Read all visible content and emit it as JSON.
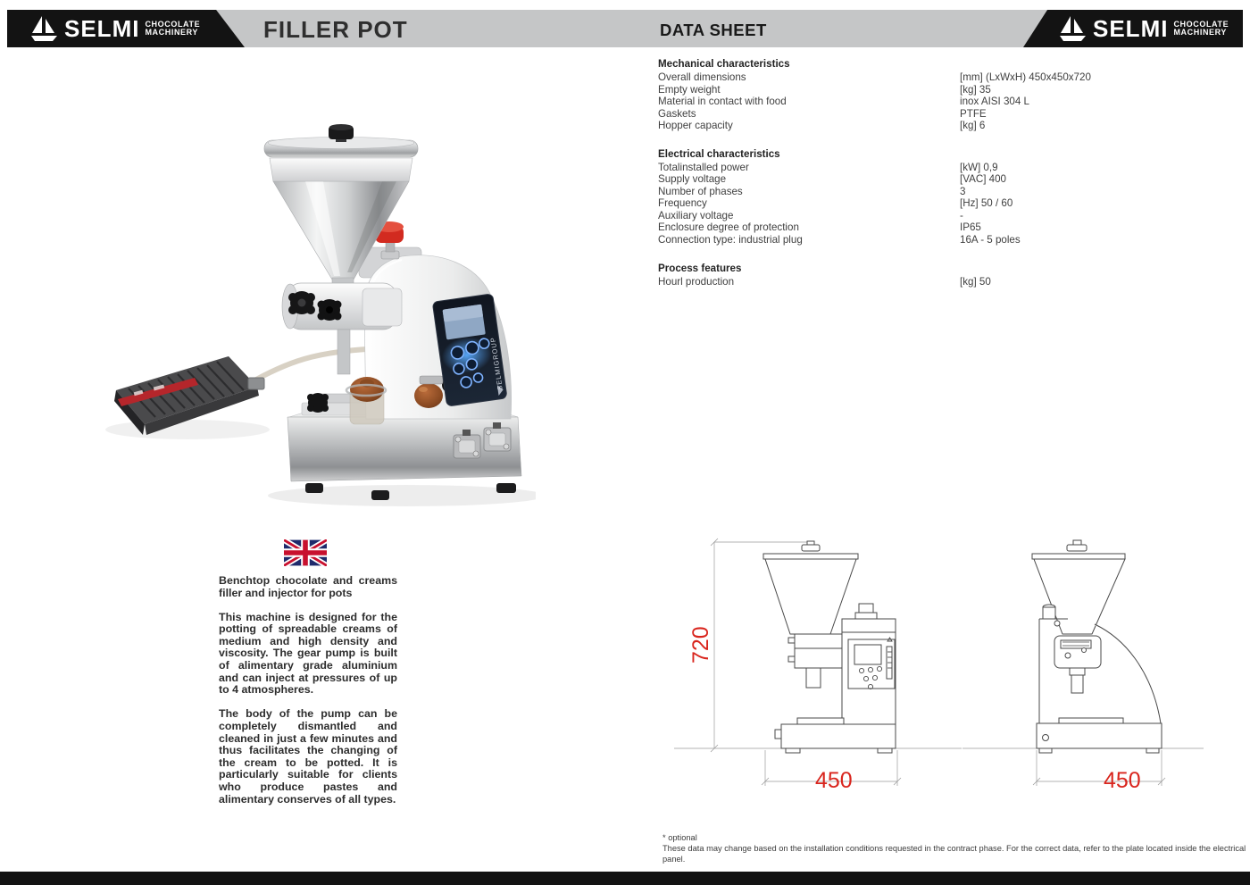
{
  "header": {
    "product_title": "FILLER POT",
    "doc_title": "DATA SHEET",
    "brand": {
      "name": "SELMI",
      "sub1": "CHOCOLATE",
      "sub2": "MACHINERY"
    }
  },
  "specs": {
    "sections": [
      {
        "title": "Mechanical characteristics",
        "rows": [
          {
            "label": "Overall dimensions",
            "value": "[mm] (LxWxH) 450x450x720"
          },
          {
            "label": "Empty weight",
            "value": "[kg] 35"
          },
          {
            "label": "Material in contact with food",
            "value": "inox AISI 304 L"
          },
          {
            "label": "Gaskets",
            "value": "PTFE"
          },
          {
            "label": "Hopper capacity",
            "value": "[kg] 6"
          }
        ]
      },
      {
        "title": "Electrical characteristics",
        "rows": [
          {
            "label": "Totalinstalled power",
            "value": "[kW] 0,9"
          },
          {
            "label": "Supply voltage",
            "value": "[VAC] 400"
          },
          {
            "label": "Number of phases",
            "value": "3"
          },
          {
            "label": "Frequency",
            "value": "[Hz] 50 / 60"
          },
          {
            "label": "Auxiliary voltage",
            "value": "-"
          },
          {
            "label": "Enclosure degree of protection",
            "value": "IP65"
          },
          {
            "label": "Connection type: industrial plug",
            "value": "16A - 5 poles"
          }
        ]
      },
      {
        "title": "Process features",
        "rows": [
          {
            "label": "Hourl production",
            "value": "[kg] 50"
          }
        ]
      }
    ]
  },
  "description": {
    "title": "Benchtop chocolate and creams filler and injector for pots",
    "para1": "This machine is designed for the potting of spreadable creams of medium and high density and viscosity. The gear pump is built of alimentary grade aluminium and can inject at pressures of up to 4 atmospheres.",
    "para2": "The body of the pump can be completely dismantled and cleaned in just a few minutes and thus facilitates the changing of the cream to be potted. It is particularly suitable for clients who produce pastes and alimentary conserves of all types."
  },
  "drawings": {
    "height_dim": "720",
    "front_width_dim": "450",
    "side_width_dim": "450"
  },
  "footnote": {
    "line1": "* optional",
    "line2": "These data may change based on the installation conditions requested in the contract phase. For the correct data, refer to the plate located inside the electrical panel."
  },
  "colors": {
    "dim_red": "#d9251d",
    "header_gray": "#c5c6c7",
    "band_black": "#131313"
  }
}
